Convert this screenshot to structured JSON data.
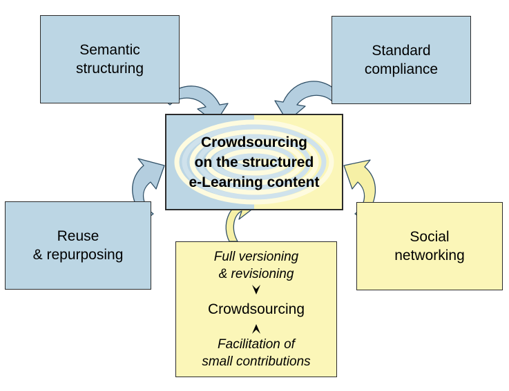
{
  "diagram": {
    "center": {
      "label": "Crowdsourcing\non the structured\ne-Learning content"
    },
    "semantic": {
      "label": "Semantic\nstructuring"
    },
    "standard": {
      "label": "Standard\ncompliance"
    },
    "reuse": {
      "label": "Reuse\n& repurposing"
    },
    "social": {
      "label": "Social\nnetworking"
    },
    "bottom": {
      "top_text": "Full versioning\n& revisioning",
      "middle_text": "Crowdsourcing",
      "bottom_text": "Facilitation of\nsmall contributions"
    }
  },
  "colors": {
    "blue_box": "#bcd6e4",
    "yellow_box": "#fbf6b8",
    "blue_arrow": "#b4cedf",
    "yellow_arrow": "#f6f0a6",
    "outline": "#2a2a2a"
  }
}
